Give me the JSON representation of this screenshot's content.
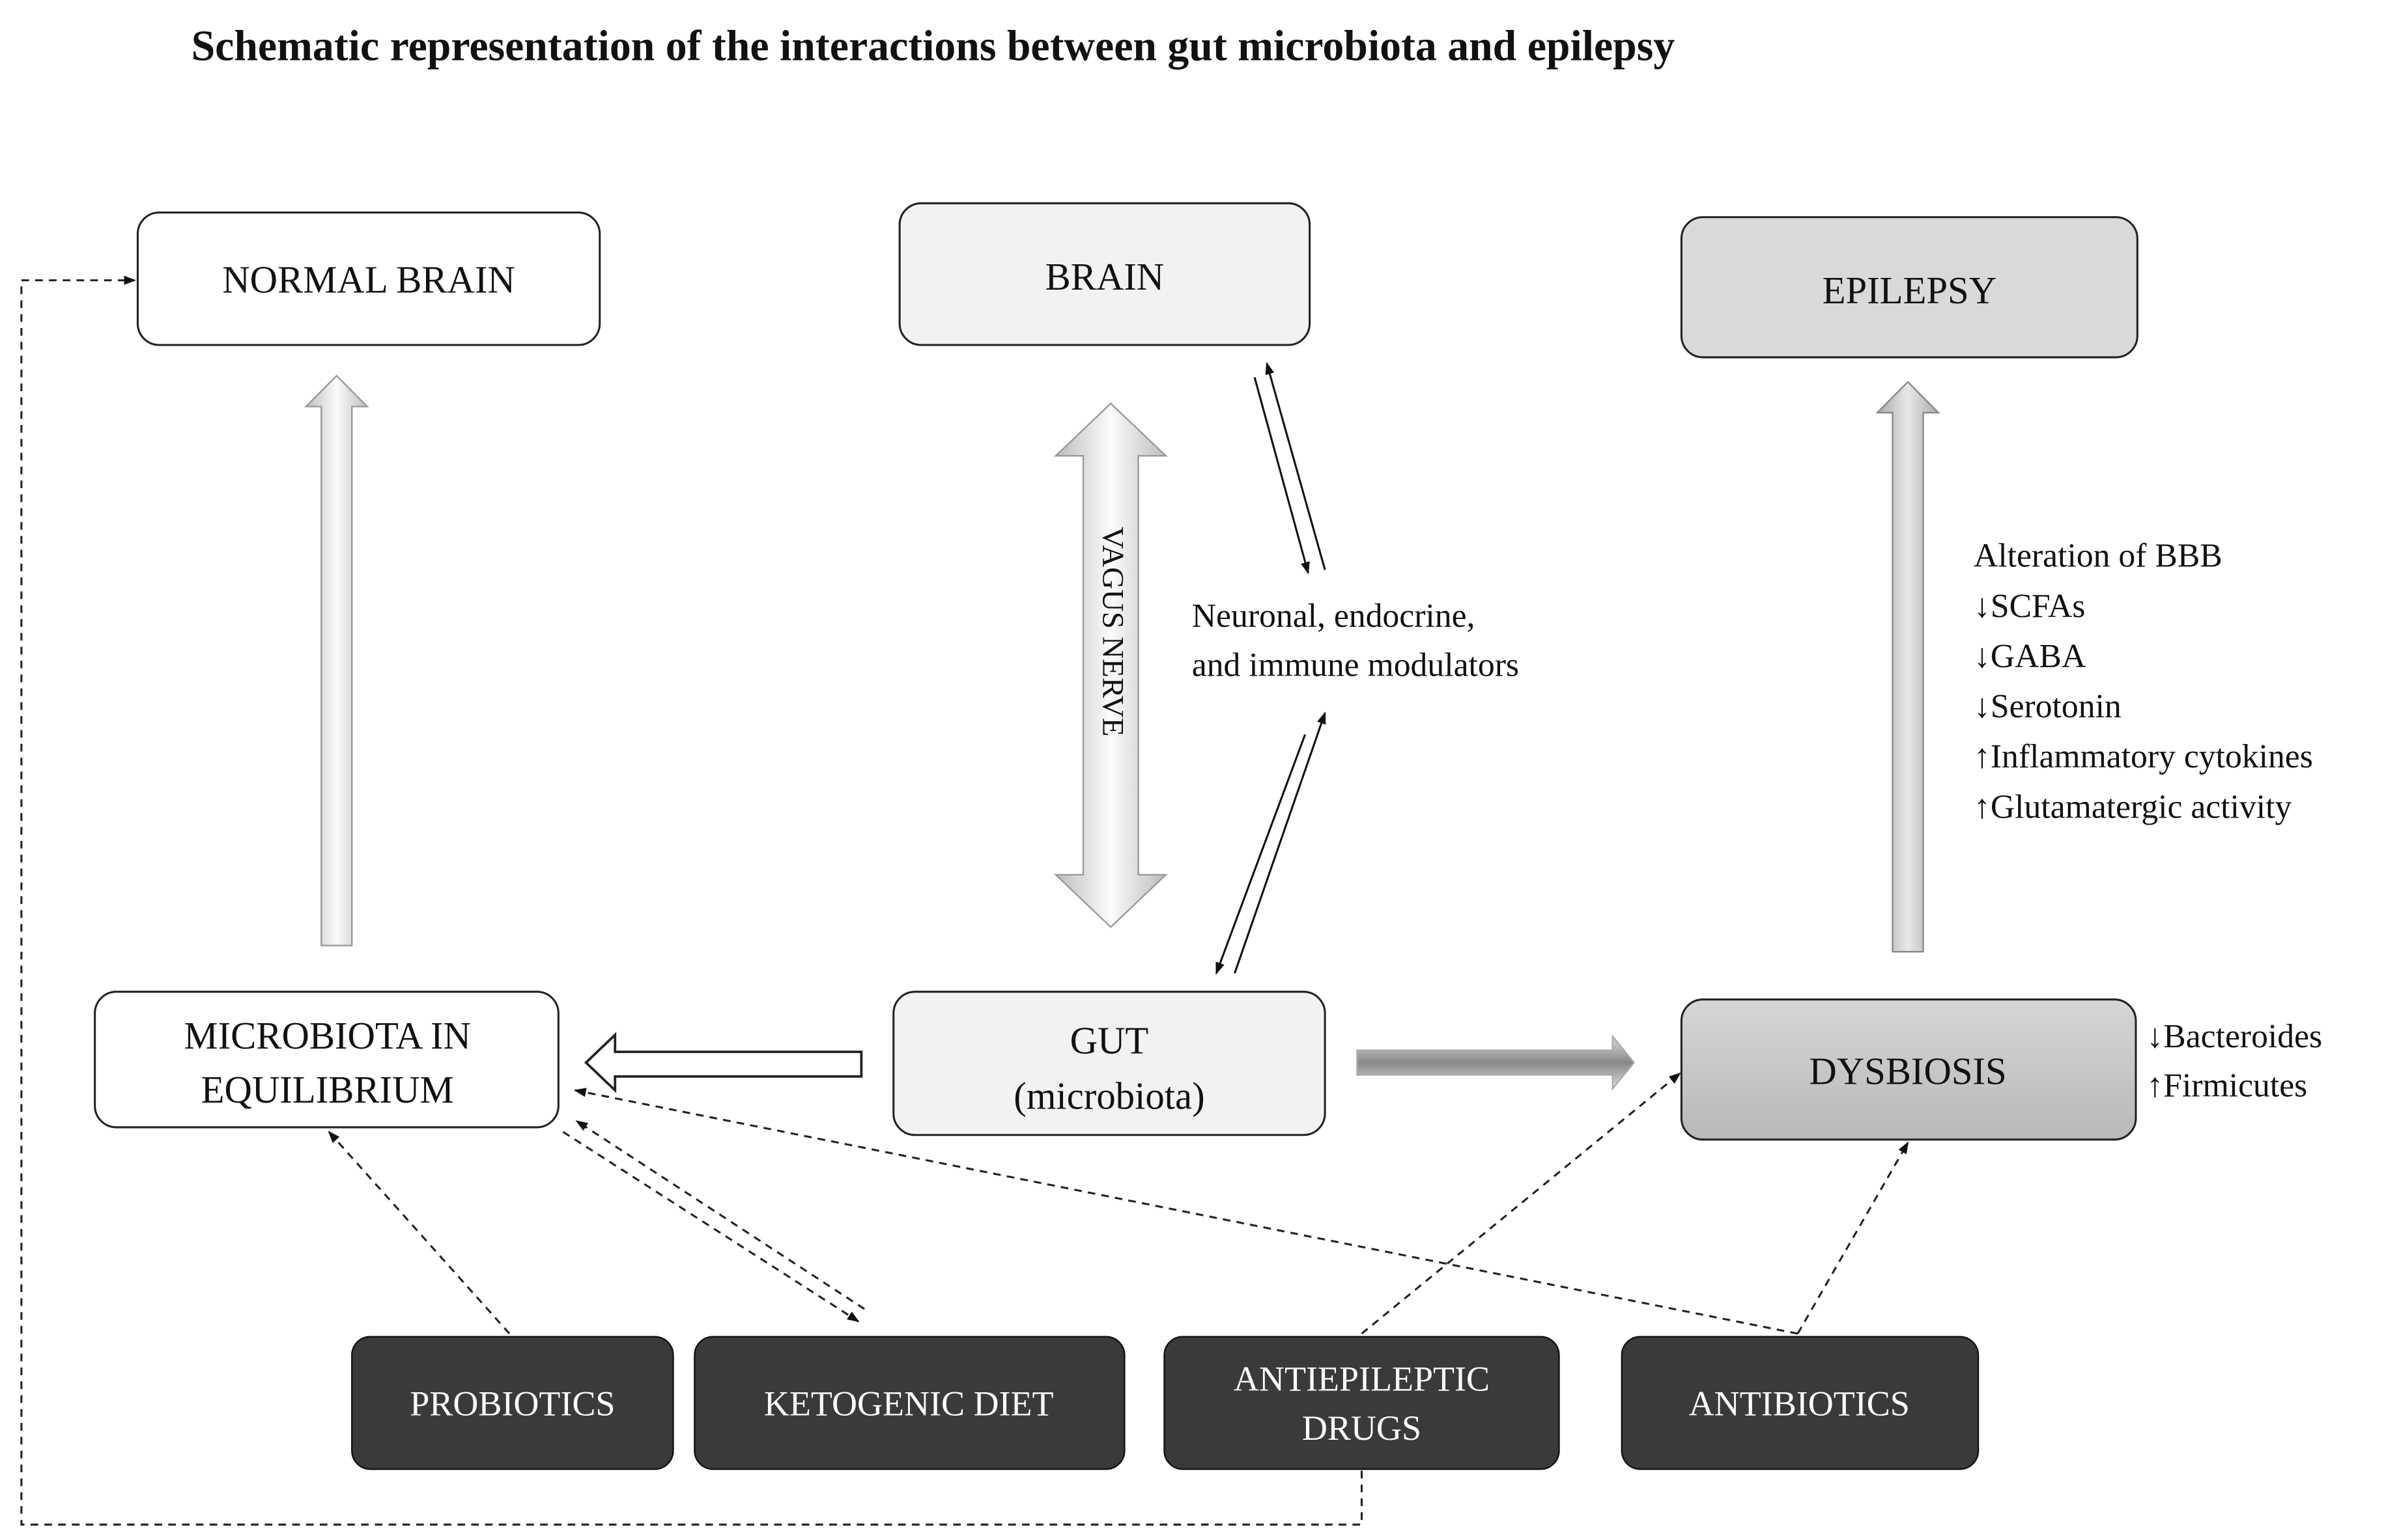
{
  "title": "Schematic representation of the interactions between gut microbiota and epilepsy",
  "nodes": {
    "normal_brain": "NORMAL  BRAIN",
    "brain": "BRAIN",
    "epilepsy": "EPILEPSY",
    "microbiota_line1": "MICROBIOTA  IN",
    "microbiota_line2": "EQUILIBRIUM",
    "gut_line1": "GUT",
    "gut_line2": "(microbiota)",
    "dysbiosis": "DYSBIOSIS"
  },
  "interventions": {
    "probiotics": "PROBIOTICS",
    "ketogenic_diet": "KETOGENIC DIET",
    "antiepileptic_line1": "ANTIEPILEPTIC",
    "antiepileptic_line2": "DRUGS",
    "antibiotics": "ANTIBIOTICS"
  },
  "labels": {
    "vagus_nerve": "VAGUS NERVE",
    "modulators_line1": "Neuronal,  endocrine,",
    "modulators_line2": "and immune modulators"
  },
  "epilepsy_mechanisms": [
    "Alteration  of BBB",
    "↓SCFAs",
    "↓GABA",
    "↓Serotonin",
    "↑Inflammatory  cytokines",
    "↑Glutamatergic  activity"
  ],
  "dysbiosis_changes": [
    "↓Bacteroides",
    "↑Firmicutes"
  ],
  "colors": {
    "dark_box": "#3a3a3a",
    "brain_gut_fill": "#f2f2f2",
    "epilepsy_fill": "#d9d9d9",
    "dysbiosis_fill": "#c4c4c4"
  }
}
